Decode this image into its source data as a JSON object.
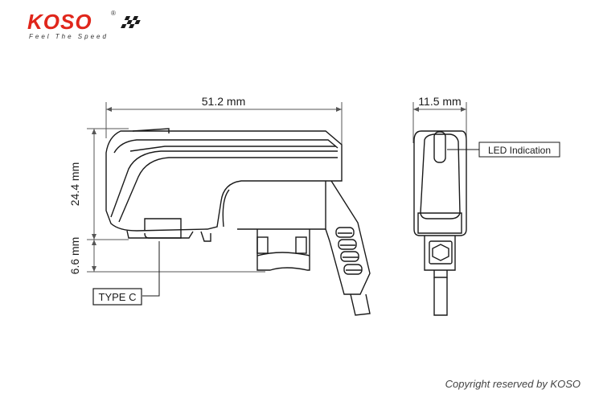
{
  "brand": {
    "name": "KOSO",
    "registered_mark": "®",
    "tagline": "Feel The Speed",
    "color": "#e0261b"
  },
  "dimensions": {
    "length": "51.2 mm",
    "width": "11.5 mm",
    "height_body": "24.4 mm",
    "height_connector": "6.6 mm"
  },
  "callouts": {
    "led": "LED Indication",
    "port": "TYPE C"
  },
  "footer": {
    "copyright": "Copyright reserved by KOSO"
  },
  "colors": {
    "line": "#1a1a1a",
    "dim_line": "#555555"
  }
}
